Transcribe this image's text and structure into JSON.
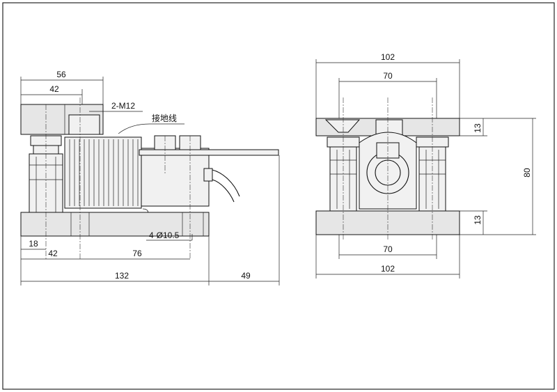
{
  "side_view": {
    "dim_top_56": "56",
    "dim_top_42": "42",
    "label_thread": "2-M12",
    "label_ground": "接地线",
    "label_holes": "4-Ø10.5",
    "dim_bottom_18": "18",
    "dim_bottom_42": "42",
    "dim_bottom_76": "76",
    "dim_bottom_132": "132",
    "dim_bottom_49": "49"
  },
  "end_view": {
    "dim_top_102": "102",
    "dim_top_70": "70",
    "dim_right_13_top": "13",
    "dim_right_80": "80",
    "dim_right_13_bottom": "13",
    "dim_bottom_70": "70",
    "dim_bottom_102": "102"
  }
}
